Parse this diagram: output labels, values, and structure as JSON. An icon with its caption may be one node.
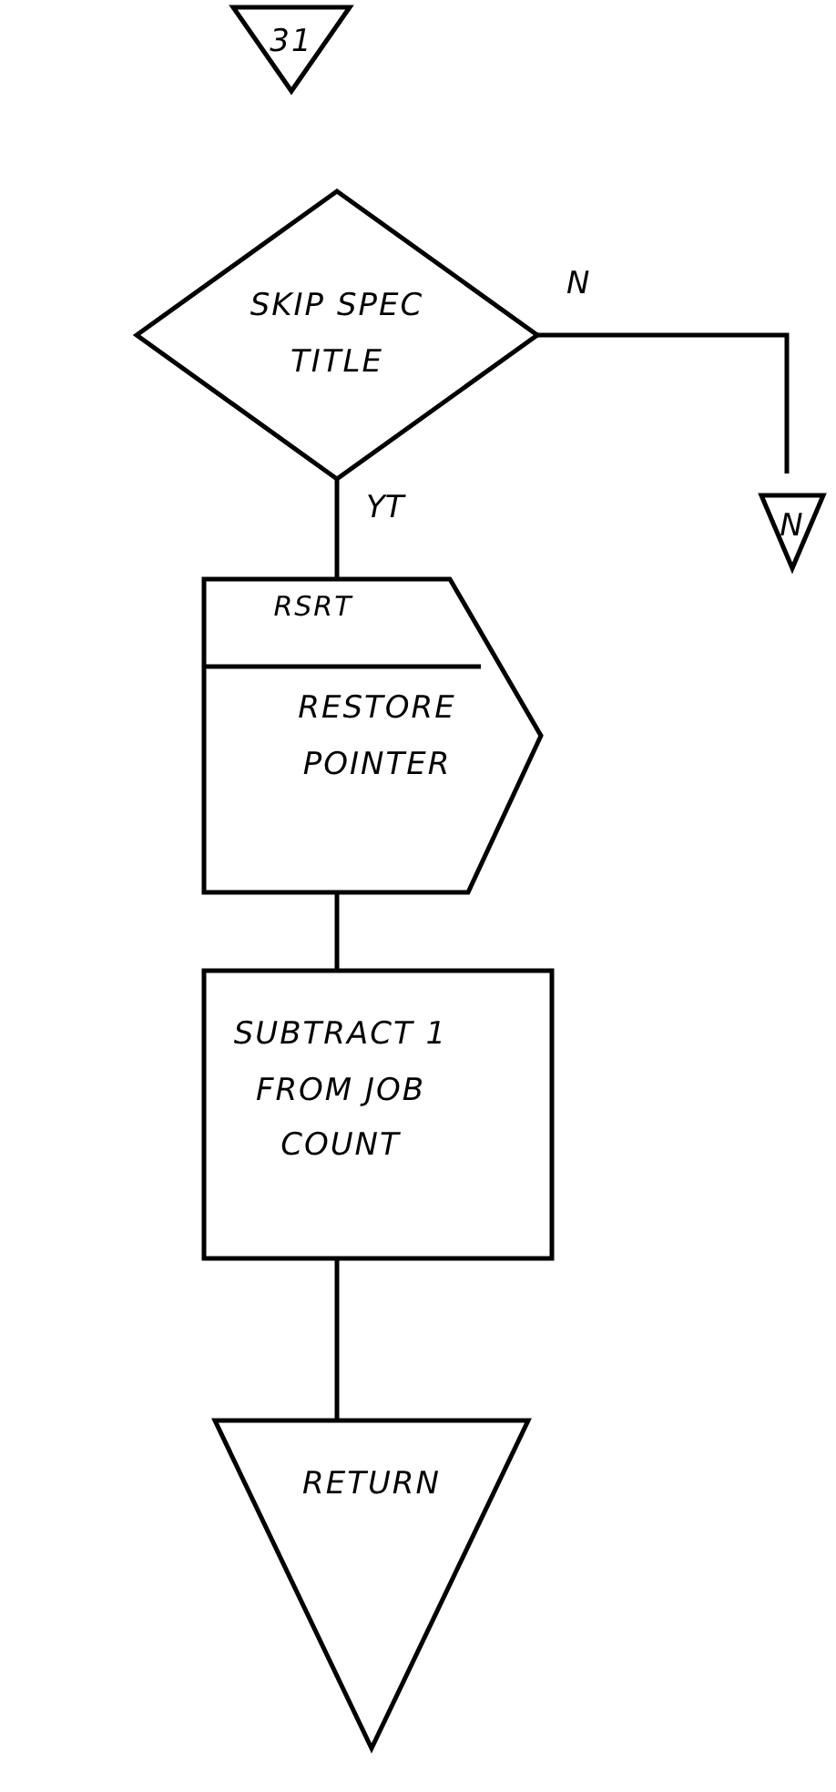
{
  "diagram": {
    "nodes": [
      {
        "text": [
          "31"
        ]
      },
      {
        "text": [
          "SKIP SPEC TITLE"
        ]
      },
      {
        "text": [
          "N"
        ]
      },
      {
        "text": [
          "RSRT",
          "RESTORE POINTER"
        ]
      },
      {
        "text": [
          "SUBTRACT 1 FROM JOB COUNT"
        ]
      },
      {
        "text": [
          "RETURN"
        ]
      }
    ],
    "edges": [
      {
        "from": 1,
        "to": 2,
        "arrow": "none",
        "label": "N"
      },
      {
        "from": 1,
        "to": 3,
        "arrow": "none",
        "label": "YT"
      },
      {
        "from": 3,
        "to": 4,
        "arrow": "none"
      },
      {
        "from": 4,
        "to": 5,
        "arrow": "none"
      }
    ]
  }
}
